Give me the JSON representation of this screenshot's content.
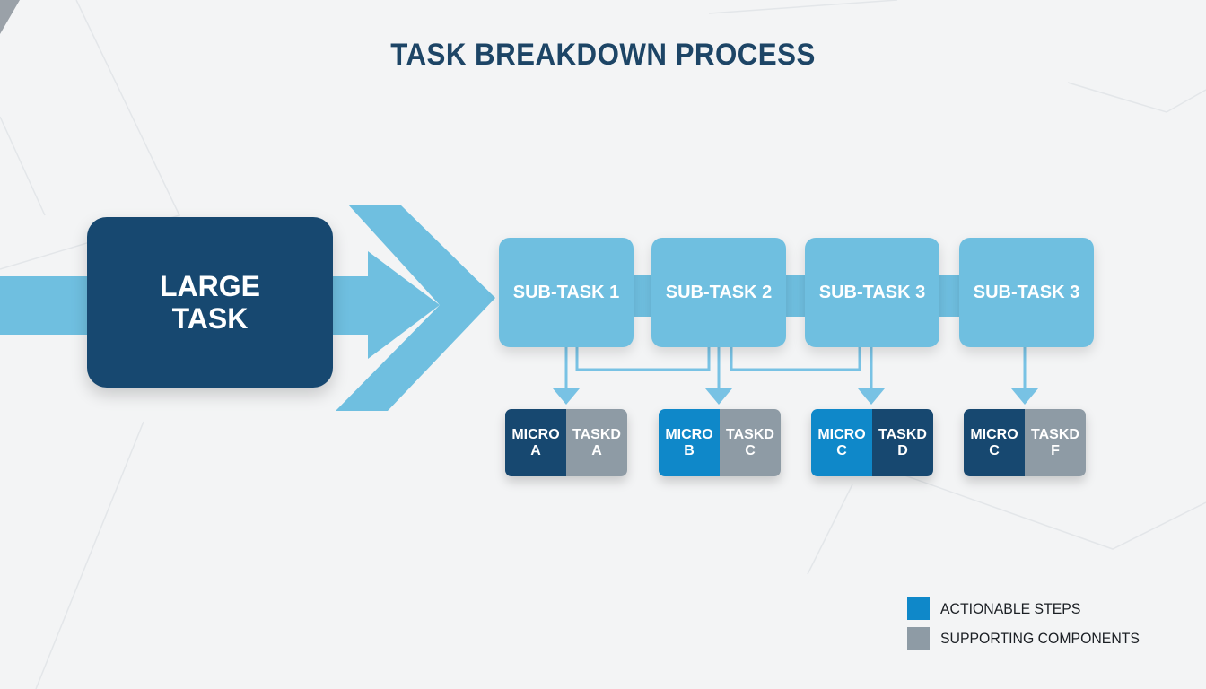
{
  "title": "TASK BREAKDOWN PROCESS",
  "colors": {
    "background": "#f3f4f5",
    "title_text": "#1d4566",
    "dark_navy": "#174870",
    "light_blue": "#6fbfe0",
    "bright_blue": "#0f88c9",
    "gray": "#8e9ba5",
    "connector": "#78c2e4"
  },
  "diagram": {
    "large_task": {
      "label": "LARGE\nTASK"
    },
    "subtasks": [
      {
        "label": "SUB-TASK 1"
      },
      {
        "label": "SUB-TASK 2"
      },
      {
        "label": "SUB-TASK 3"
      },
      {
        "label": "SUB-TASK 3"
      }
    ],
    "micro_tasks": [
      {
        "left": {
          "line1": "MICRO",
          "line2": "A",
          "color": "#174870"
        },
        "right": {
          "line1": "TASKD",
          "line2": "A",
          "color": "#8e9ba5"
        }
      },
      {
        "left": {
          "line1": "MICRO",
          "line2": "B",
          "color": "#0f88c9"
        },
        "right": {
          "line1": "TASKD",
          "line2": "C",
          "color": "#8e9ba5"
        }
      },
      {
        "left": {
          "line1": "MICRO",
          "line2": "C",
          "color": "#0f88c9"
        },
        "right": {
          "line1": "TASKD",
          "line2": "D",
          "color": "#174870"
        }
      },
      {
        "left": {
          "line1": "MICRO",
          "line2": "C",
          "color": "#174870"
        },
        "right": {
          "line1": "TASKD",
          "line2": "F",
          "color": "#8e9ba5"
        }
      }
    ]
  },
  "legend": [
    {
      "label": "ACTIONABLE STEPS",
      "color": "#0f88c9"
    },
    {
      "label": "SUPPORTING COMPONENTS",
      "color": "#8e9ba5"
    }
  ]
}
